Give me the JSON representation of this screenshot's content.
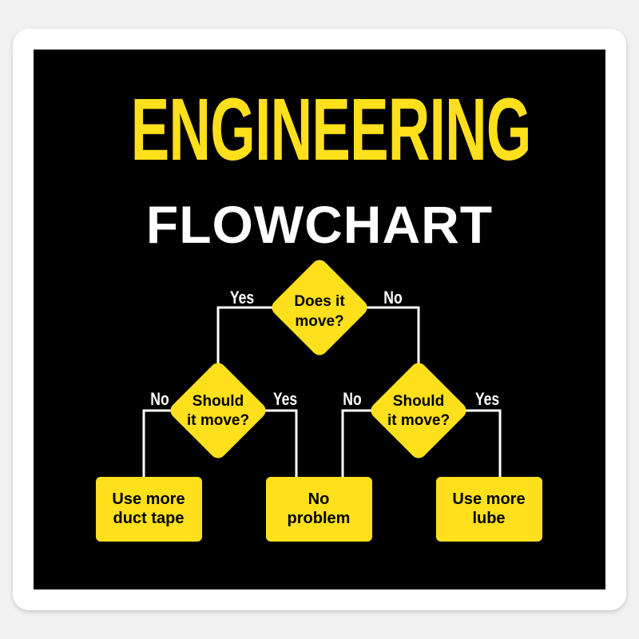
{
  "colors": {
    "accent": "#ffe01b",
    "title_yellow": "#ffe01b",
    "subtitle_white": "#ffffff",
    "background": "#000000",
    "sticker_border": "#ffffff",
    "node_text": "#000000",
    "edge_label": "#ffffff",
    "line": "#ffffff"
  },
  "title": "ENGINEERING",
  "subtitle": "FLOWCHART",
  "nodes": {
    "q_moves": {
      "lines": [
        "Does it",
        "move?"
      ]
    },
    "q_should_left": {
      "lines": [
        "Should",
        "it move?"
      ]
    },
    "q_should_right": {
      "lines": [
        "Should",
        "it move?"
      ]
    },
    "box_tape": {
      "lines": [
        "Use more",
        "duct tape"
      ]
    },
    "box_problem": {
      "lines": [
        "No",
        "problem"
      ]
    },
    "box_lube": {
      "lines": [
        "Use more",
        "lube"
      ]
    }
  },
  "edges": {
    "top_yes": "Yes",
    "top_no": "No",
    "left_no": "No",
    "left_yes": "Yes",
    "right_no": "No",
    "right_yes": "Yes"
  }
}
